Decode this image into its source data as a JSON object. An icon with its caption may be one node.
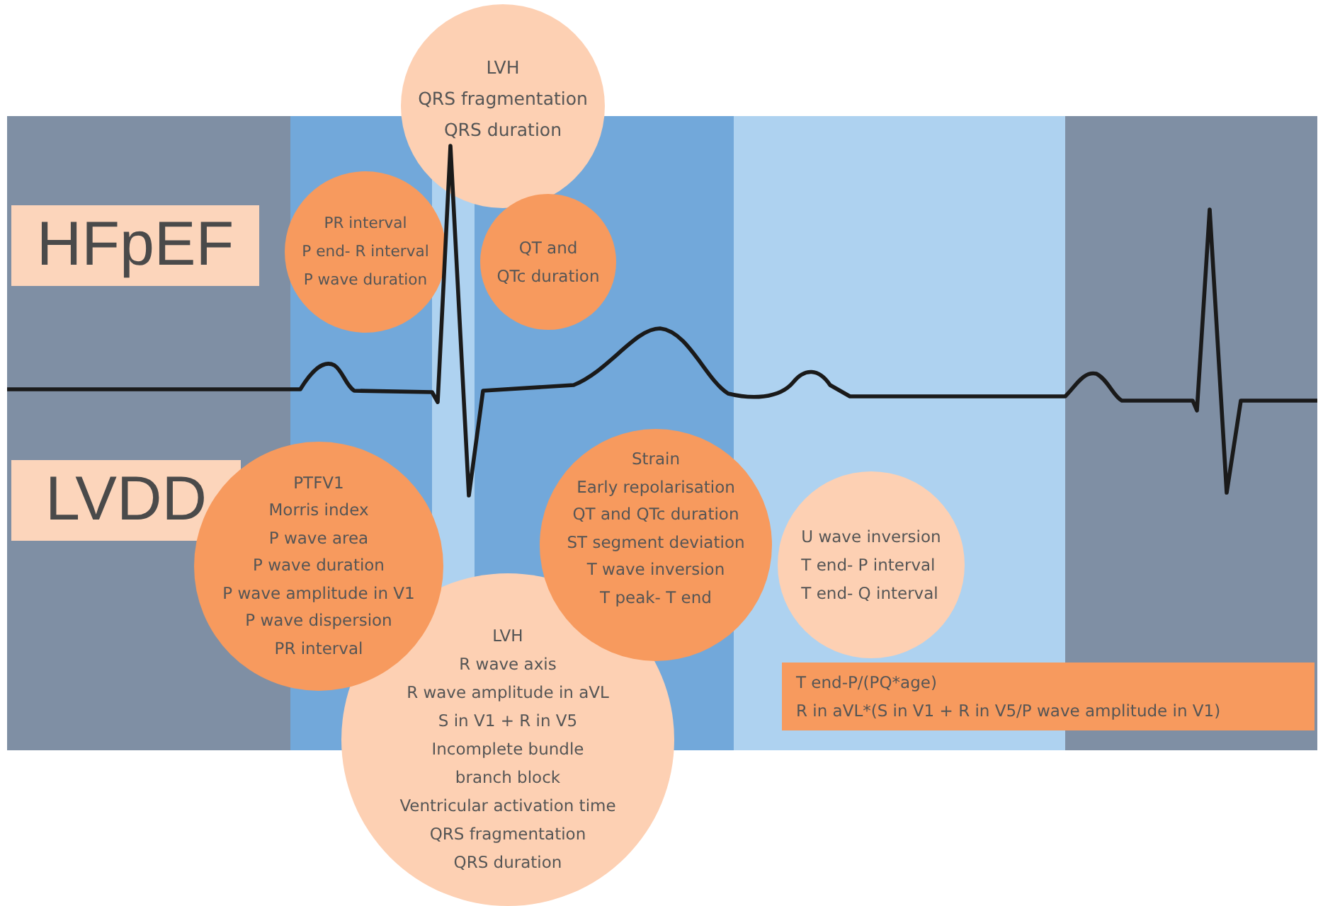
{
  "diagram": {
    "nodes": [
      {
        "text": [
          "LVH",
          "QRS fragmentation",
          "QRS duration"
        ]
      },
      {
        "text": [
          "HFpEF"
        ]
      },
      {
        "text": [
          "PR interval",
          "P end- R interval",
          "P wave duration"
        ]
      },
      {
        "text": [
          "QT and QTc duration"
        ]
      },
      {
        "text": [
          "LVDD"
        ]
      },
      {
        "text": [
          "PTFV1",
          "Morris index",
          "P wave area",
          "P wave duration",
          "P wave amplitude in V1",
          "P wave dispersion",
          "PR interval"
        ]
      },
      {
        "text": [
          "Strain",
          "Early repolarisation",
          "QT and QTc duration",
          "ST segment deviation",
          "T wave inversion",
          "T peak- T end"
        ]
      },
      {
        "text": [
          "U wave inversion",
          "T end- P interval",
          "T end- Q interval"
        ]
      },
      {
        "text": [
          "LVH",
          "R wave axis",
          "R wave amplitude in aVL",
          "S in V1 + R in V5",
          "Incomplete bundle branch block",
          "Ventricular activation time",
          "QRS fragmentation",
          "QRS duration"
        ]
      },
      {
        "text": [
          "T end-P/(PQ*age)",
          "R in aVL*(S in V1 + R in V5/P wave amplitude in V1)"
        ]
      }
    ]
  }
}
